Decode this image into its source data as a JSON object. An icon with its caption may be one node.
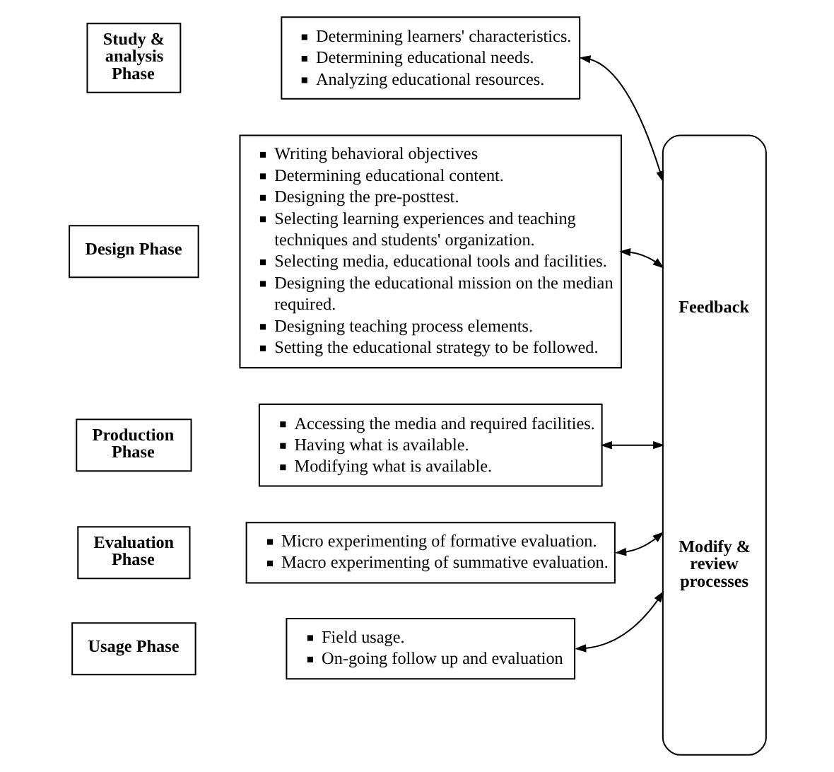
{
  "diagram": {
    "nodes": [
      {
        "text": [
          "Study & analysis Phase"
        ]
      },
      {
        "text": [
          "Determining learners' characteristics.",
          "Determining educational needs.",
          "Analyzing educational resources."
        ]
      },
      {
        "text": [
          "Design Phase"
        ]
      },
      {
        "text": [
          "Writing behavioral objectives",
          "Determining educational content.",
          "Designing the pre-posttest.",
          "Selecting learning experiences and teaching techniques and students' organization.",
          "Selecting media, educational tools and facilities.",
          "Designing the educational mission on the median required.",
          "Designing teaching process elements.",
          "Setting the educational strategy to be followed."
        ]
      },
      {
        "text": [
          "Production Phase"
        ]
      },
      {
        "text": [
          "Accessing the media and required facilities.",
          "Having what is available.",
          "Modifying what is available."
        ]
      },
      {
        "text": [
          "Evaluation Phase"
        ]
      },
      {
        "text": [
          "Micro experimenting of formative evaluation.",
          "Macro experimenting of summative evaluation."
        ]
      },
      {
        "text": [
          "Usage Phase"
        ]
      },
      {
        "text": [
          "Field usage.",
          "On-going follow up and evaluation"
        ]
      },
      {
        "text": [
          "Feedback",
          "Modify & review processes"
        ]
      }
    ],
    "edges": [
      {
        "from": 1,
        "to": 10,
        "arrow": "both"
      },
      {
        "from": 3,
        "to": 10,
        "arrow": "both"
      },
      {
        "from": 5,
        "to": 10,
        "arrow": "both"
      },
      {
        "from": 7,
        "to": 10,
        "arrow": "both"
      },
      {
        "from": 9,
        "to": 10,
        "arrow": "both"
      }
    ]
  }
}
